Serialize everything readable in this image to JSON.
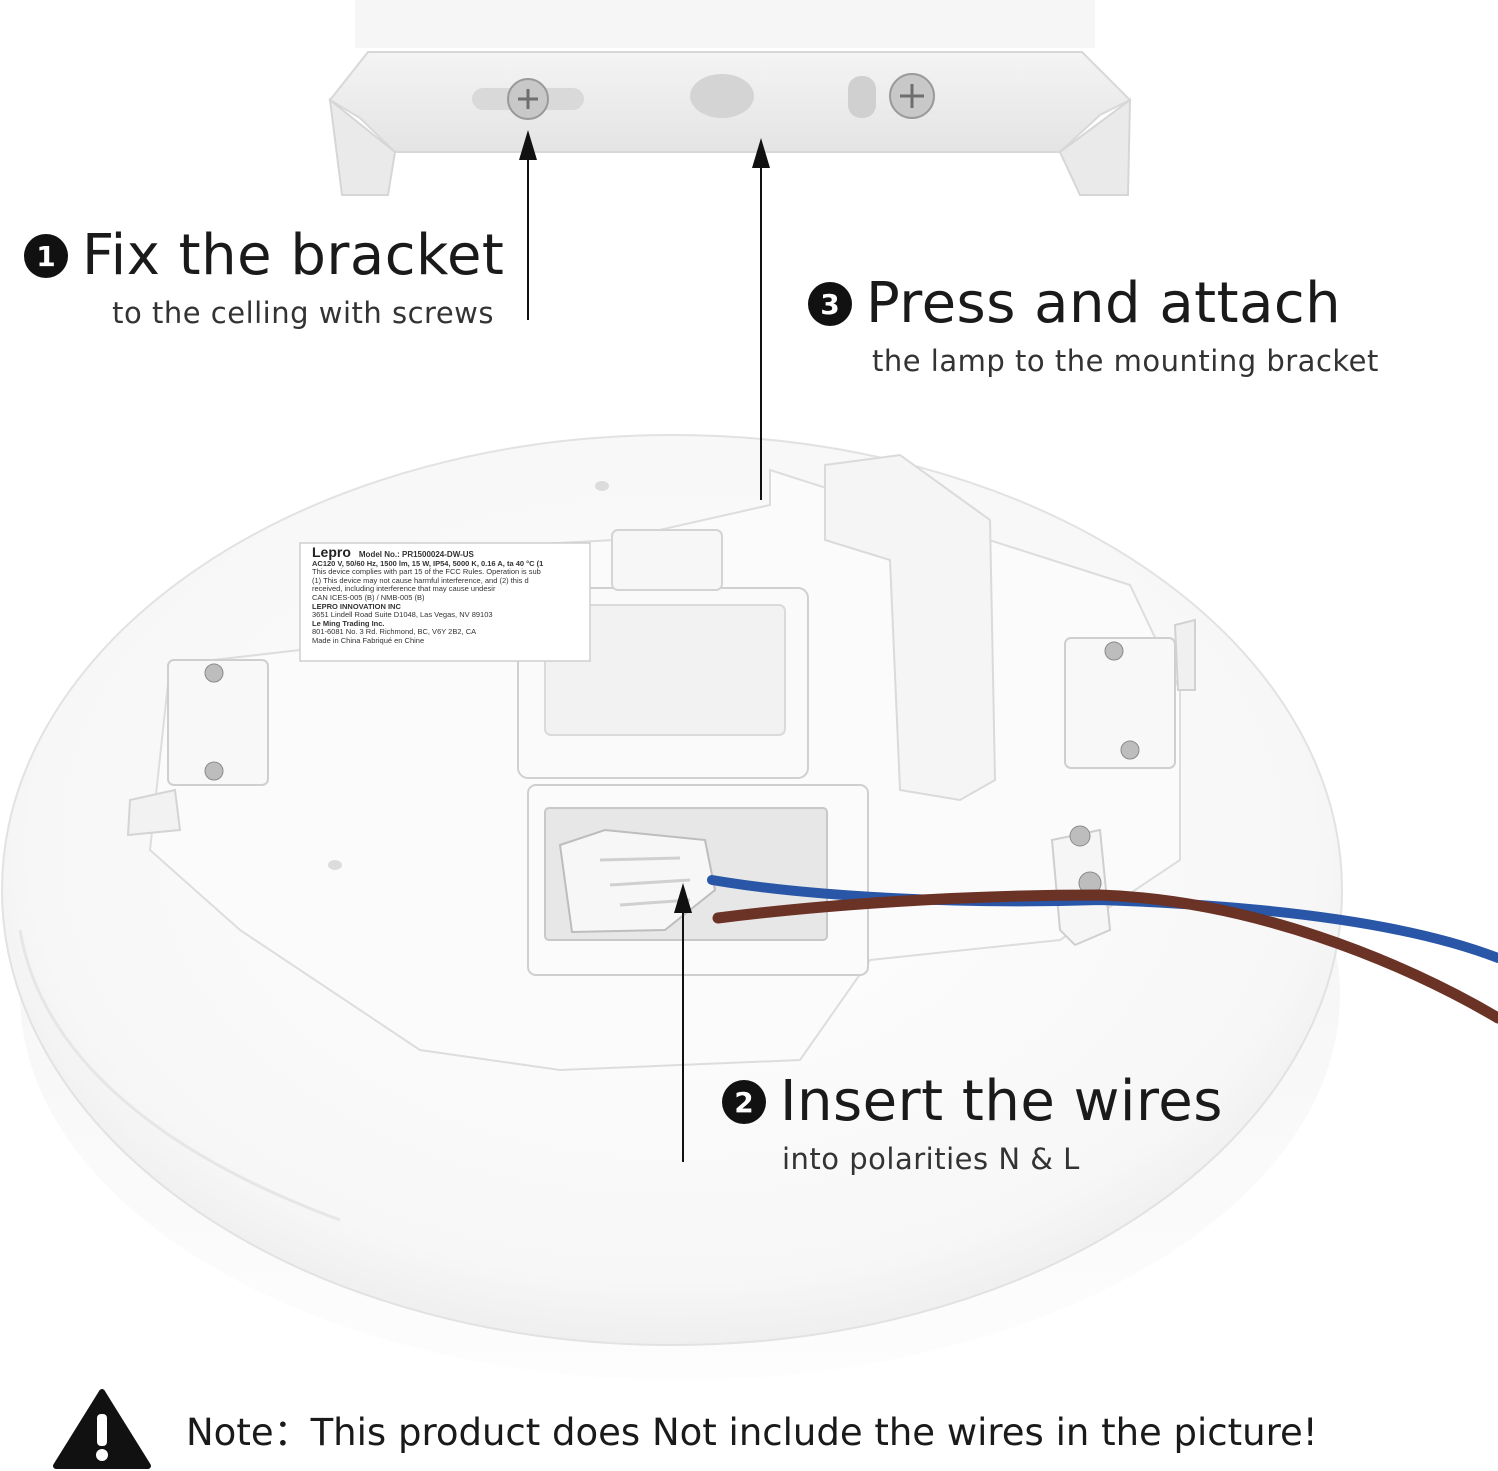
{
  "steps": [
    {
      "number": "1",
      "title": "Fix the bracket",
      "subtitle": "to the celling with screws"
    },
    {
      "number": "2",
      "title": "Insert the wires",
      "subtitle": "into polarities N & L"
    },
    {
      "number": "3",
      "title": "Press and attach",
      "subtitle": "the lamp to the mounting bracket"
    }
  ],
  "note": {
    "icon": "warning-triangle-icon",
    "text": "Note：This product does Not include the wires in the picture!"
  },
  "label": {
    "brand": "Lepro",
    "model": "Model No.: PR1500024-DW-US",
    "line1": "AC120 V, 50/60 Hz, 1500 lm, 15 W, IP54, 5000 K, 0.16 A, ta 40 °C (1",
    "line2": "This device complies with part 15 of the FCC Rules. Operation is sub",
    "line3": "(1) This device may not cause harmful interference, and (2) this d",
    "line4": "received, including interference that may cause undesir",
    "line5": "CAN ICES-005 (B) / NMB-005 (B)",
    "line6": "LEPRO INNOVATION INC",
    "line7": "3651 Lindell Road Suite D1048, Las Vegas, NV 89103",
    "line8": "Le Ming Trading Inc.",
    "line9": "801-6081 No. 3 Rd. Richmond, BC, V6Y 2B2, CA",
    "line10": "Made in China  Fabriqué en Chine"
  },
  "colors": {
    "wire_blue": "#2a56a8",
    "wire_brown": "#6b3226",
    "ink": "#111111"
  }
}
